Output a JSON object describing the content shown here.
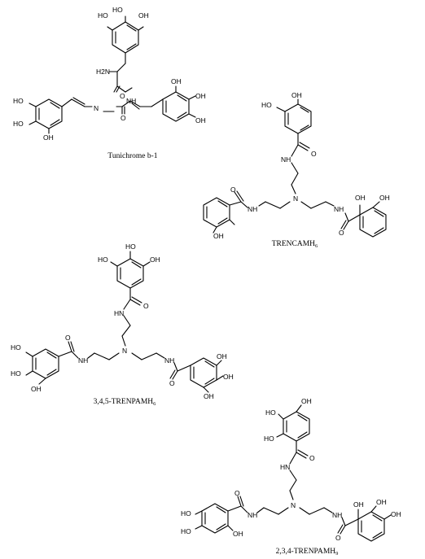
{
  "figure": {
    "molecules": [
      {
        "id": "tunichrome",
        "caption": "Tunichrome b-1",
        "atom_labels": [
          "HO",
          "OH",
          "HO",
          "H2N",
          "O",
          "NH",
          "HO",
          "HO",
          "OH",
          "N",
          "O",
          "OH",
          "OH",
          "OH"
        ]
      },
      {
        "id": "trencam",
        "caption_main": "TRENCAMH",
        "caption_sub": "6",
        "atom_labels": [
          "HO",
          "OH",
          "O",
          "NH",
          "O",
          "NH",
          "N",
          "NH",
          "OH",
          "OH",
          "OH",
          "O"
        ]
      },
      {
        "id": "trenpam345",
        "caption_main": "3,4,5-TRENPAMH",
        "caption_sub": "6",
        "atom_labels": [
          "HO",
          "OH",
          "OH",
          "HO",
          "O",
          "HN",
          "HO",
          "O",
          "NH",
          "N",
          "NH",
          "HO",
          "OH",
          "OH",
          "O",
          "OH"
        ]
      },
      {
        "id": "trenpam234",
        "caption_main": "2,3,4-TRENPAMH",
        "caption_sub": "9",
        "atom_labels": [
          "OH",
          "HO",
          "HO",
          "O",
          "HN",
          "O",
          "NH",
          "N",
          "NH",
          "OH",
          "OH",
          "HO",
          "HO",
          "OH",
          "OH",
          "O"
        ]
      }
    ]
  }
}
